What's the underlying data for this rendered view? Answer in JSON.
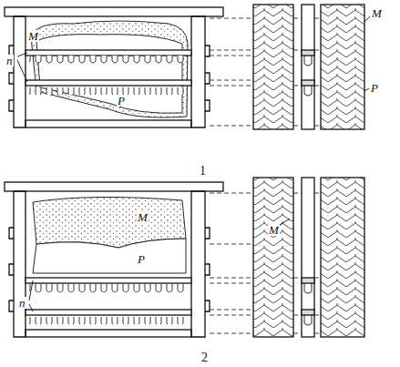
{
  "diagram": {
    "labels": [
      "M",
      "n",
      "P",
      "M",
      "P",
      "1",
      "M",
      "P",
      "n",
      "M",
      "2"
    ]
  }
}
